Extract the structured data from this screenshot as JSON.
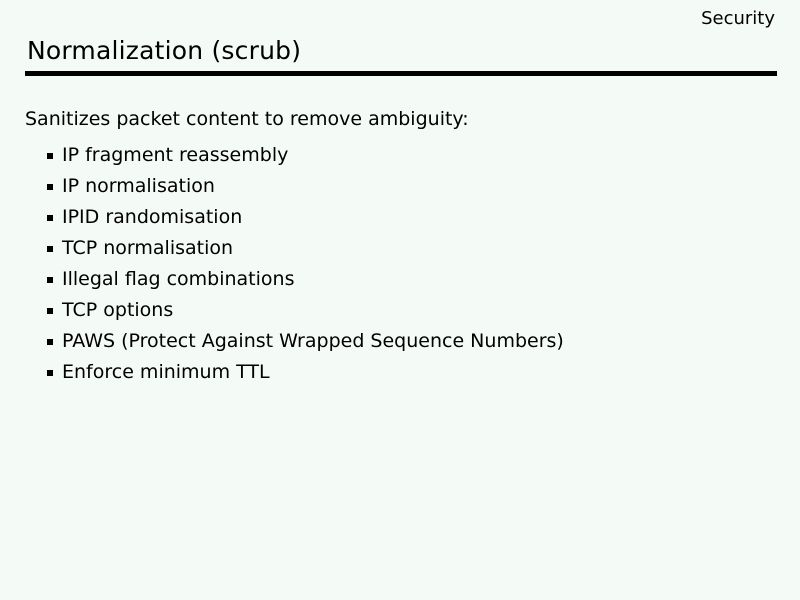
{
  "slide": {
    "header_label": "Security",
    "title": "Normalization (scrub)",
    "intro": "Sanitizes packet content to remove ambiguity:",
    "bullets": [
      "IP fragment reassembly",
      "IP normalisation",
      "IPID randomisation",
      "TCP normalisation",
      "Illegal flag combinations",
      "TCP options",
      "PAWS (Protect Against Wrapped Sequence Numbers)",
      "Enforce minimum TTL"
    ],
    "colors": {
      "background": "#F4FAF5",
      "text": "#000000",
      "rule": "#000000"
    }
  }
}
